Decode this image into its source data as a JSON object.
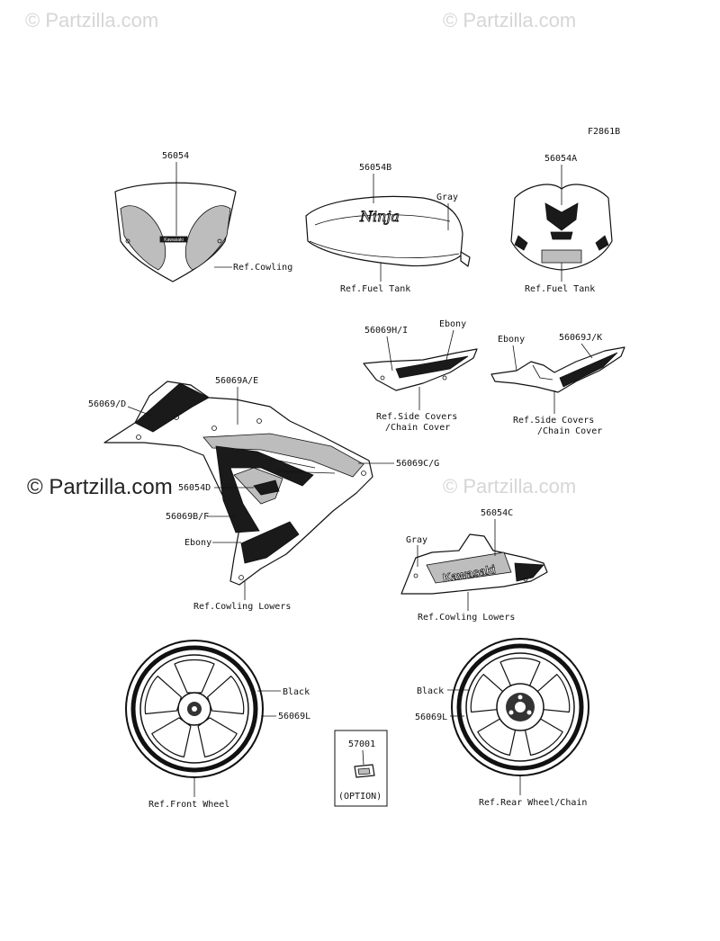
{
  "watermark": {
    "text": "© Partzilla.com"
  },
  "diagram_code": "F2861B",
  "labels": {
    "windshield_part": "56054",
    "windshield_ref": "Ref.Cowling",
    "tank_part": "56054B",
    "tank_color": "Gray",
    "tank_ref": "Ref.Fuel Tank",
    "tankpad_part": "56054A",
    "tankpad_ref": "Ref.Fuel Tank",
    "side_cover_part": "56069H/I",
    "side_cover_color": "Ebony",
    "side_cover_ref_1": "Ref.Side Covers",
    "side_cover_ref_2": "/Chain Cover",
    "chain_cover_color": "Ebony",
    "chain_cover_part": "56069J/K",
    "chain_cover_ref_1": "Ref.Side Covers",
    "chain_cover_ref_2": "/Chain Cover",
    "fairing_part_d": "56069/D",
    "fairing_part_ae": "56069A/E",
    "fairing_part_cg": "56069C/G",
    "fairing_part_54d": "56054D",
    "fairing_part_bf": "56069B/F",
    "fairing_color": "Ebony",
    "fairing_ref": "Ref.Cowling Lowers",
    "lower_color": "Gray",
    "lower_part": "56054C",
    "lower_brand": "Kawasaki",
    "lower_ref": "Ref.Cowling Lowers",
    "front_wheel_color": "Black",
    "front_wheel_part": "56069L",
    "front_wheel_ref": "Ref.Front Wheel",
    "option_part": "57001",
    "option_note": "(OPTION)",
    "rear_wheel_color": "Black",
    "rear_wheel_part": "56069L",
    "rear_wheel_ref": "Ref.Rear Wheel/Chain",
    "windshield_logo": "Kawasaki",
    "tank_logo": "Ninja"
  }
}
